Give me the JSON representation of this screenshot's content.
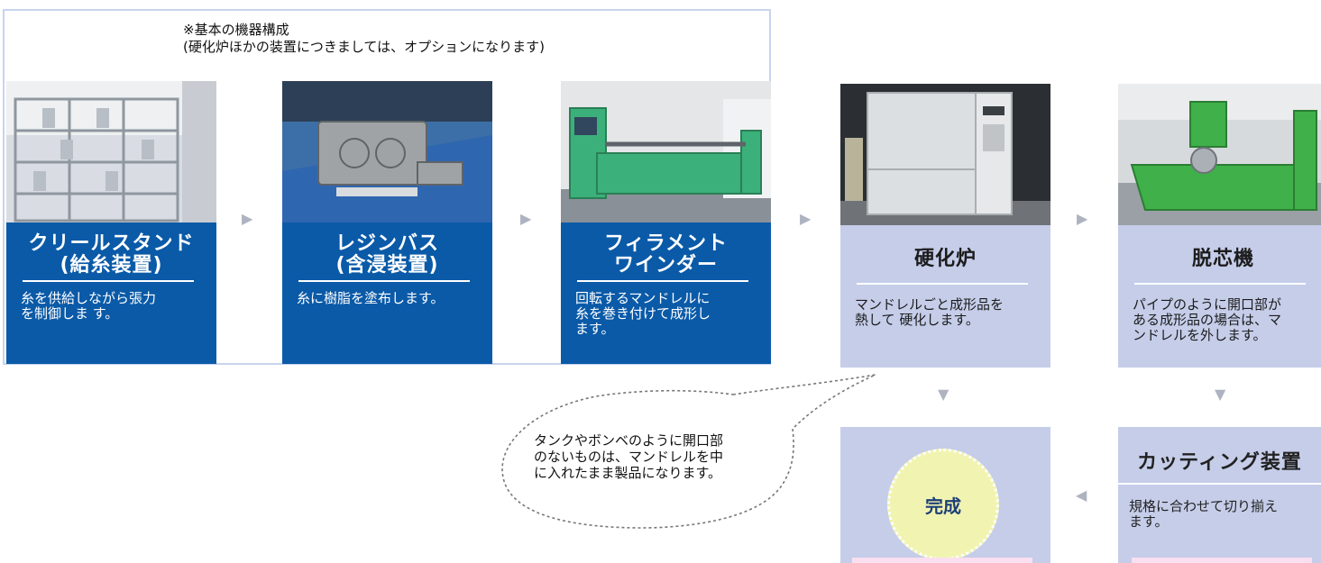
{
  "note": {
    "line1": "※基本の機器構成",
    "line2": "(硬化炉ほかの装置につきましては、オプションになります)"
  },
  "steps": [
    {
      "title1": "クリールスタンド",
      "title2": "(給糸装置)",
      "desc": [
        "糸を供給しながら張力",
        "を制御しま す。"
      ]
    },
    {
      "title1": "レジンバス",
      "title2": "(含浸装置)",
      "desc": [
        "糸に樹脂を塗布します。"
      ]
    },
    {
      "title1": "フィラメント",
      "title2": "ワインダー",
      "desc": [
        "回転するマンドレルに",
        "糸を巻き付けて成形し",
        "ます。"
      ]
    },
    {
      "title1": "硬化炉",
      "desc": [
        "マンドレルごと成形品を",
        "熱して 硬化します。"
      ]
    },
    {
      "title1": "脱芯機",
      "desc": [
        "パイプのように開口部が",
        "ある成形品の場合は、マ",
        "ンドレルを外します。"
      ]
    }
  ],
  "cutting": {
    "title": "カッティング装置",
    "desc": [
      "規格に合わせて切り揃え",
      "ます。"
    ]
  },
  "complete": {
    "label": "完成"
  },
  "bubble": {
    "lines": [
      "タンクやボンベのように開口部",
      "のないものは、マンドレルを中",
      "に入れたまま製品になります。"
    ]
  },
  "arrows": {
    "right": "▶",
    "down": "▼",
    "left": "◀"
  },
  "colors": {
    "blue_panel": "#0a5aa8",
    "lavender_panel": "#c5cde9",
    "frame": "#c7d4ec",
    "complete_circle": "#f1f4b0",
    "arrow": "#aeb3c1"
  }
}
